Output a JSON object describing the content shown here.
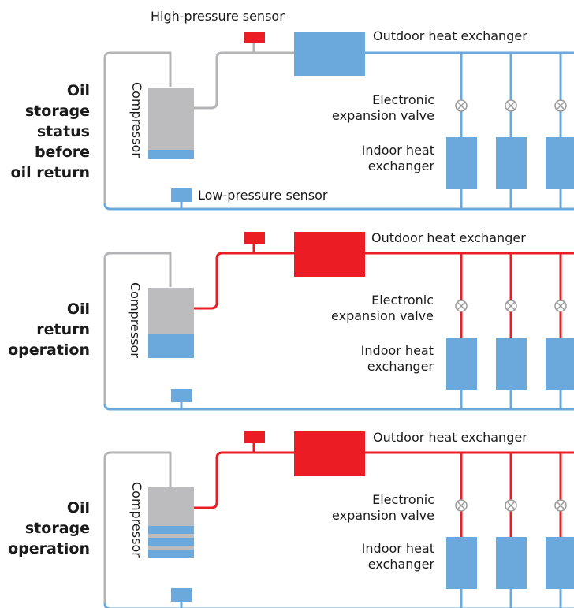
{
  "colors": {
    "pipe_gray": "#b4b4b7",
    "pipe_blue": "#6ba9dc",
    "pipe_red": "#ec1c24",
    "component_blue": "#6ba9dc",
    "component_red": "#ec1c24",
    "compressor_gray": "#bcbcbf"
  },
  "labels": {
    "high_pressure_sensor": "High-pressure sensor",
    "outdoor_heat_exchanger": "Outdoor heat exchanger",
    "electronic_expansion_valve": "Electronic\nexpansion valve",
    "indoor_heat_exchanger": "Indoor heat\nexchanger",
    "compressor": "Compressor",
    "low_pressure_sensor": "Low-pressure sensor"
  },
  "panels": [
    {
      "title": "Oil\nstorage\nstatus\nbefore\noil return",
      "hot_gas_flow": false,
      "oil_level": "low"
    },
    {
      "title": "Oil\nreturn\noperation",
      "hot_gas_flow": true,
      "oil_level": "high"
    },
    {
      "title": "Oil\nstorage\noperation",
      "hot_gas_flow": true,
      "oil_level": "layered"
    }
  ]
}
